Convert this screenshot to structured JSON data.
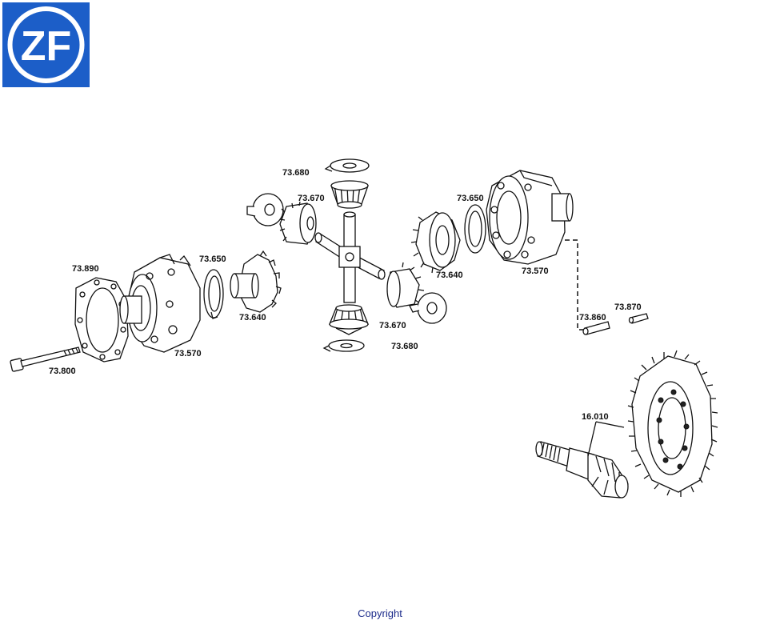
{
  "logo": {
    "text": "ZF",
    "bg_color": "#1c5ec8",
    "fg_color": "#ffffff"
  },
  "parts": [
    {
      "id": "p_73680_top",
      "number": "73.680"
    },
    {
      "id": "p_73670_top",
      "number": "73.670"
    },
    {
      "id": "p_73650_right",
      "number": "73.650"
    },
    {
      "id": "p_73890",
      "number": "73.890"
    },
    {
      "id": "p_73650_left",
      "number": "73.650"
    },
    {
      "id": "p_73640_right",
      "number": "73.640"
    },
    {
      "id": "p_73570_right",
      "number": "73.570"
    },
    {
      "id": "p_73640_left",
      "number": "73.640"
    },
    {
      "id": "p_73860",
      "number": "73.860"
    },
    {
      "id": "p_73870",
      "number": "73.870"
    },
    {
      "id": "p_73670_bottom",
      "number": "73.670"
    },
    {
      "id": "p_73680_bottom",
      "number": "73.680"
    },
    {
      "id": "p_73570_left",
      "number": "73.570"
    },
    {
      "id": "p_73800",
      "number": "73.800"
    },
    {
      "id": "p_16010",
      "number": "16.010"
    }
  ],
  "footer": {
    "copyright": "Copyright",
    "copyright_color": "#1a2a8a"
  }
}
